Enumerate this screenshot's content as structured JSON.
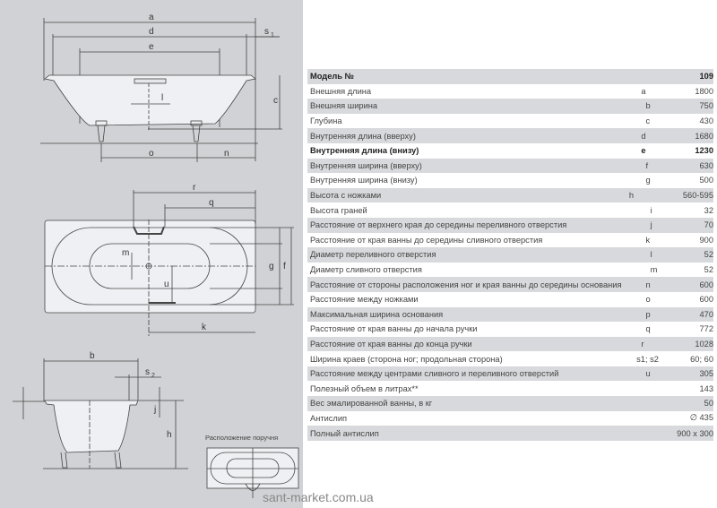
{
  "drawing": {
    "labels": {
      "a": "a",
      "d": "d",
      "s1": "s",
      "s1sub": "1",
      "e": "e",
      "l": "l",
      "c": "c",
      "o": "o",
      "n": "n",
      "r": "r",
      "q": "q",
      "m": "m",
      "u": "u",
      "g": "g",
      "f": "f",
      "k": "k",
      "b": "b",
      "s2": "s",
      "s2sub": "2",
      "j": "j",
      "h": "h"
    },
    "handrail_caption": "Расположение поручня"
  },
  "table": {
    "rows": [
      {
        "name": "Модель №",
        "code": "",
        "value": "109",
        "bold": true
      },
      {
        "name": "Внешняя длина",
        "code": "a",
        "value": "1800"
      },
      {
        "name": "Внешняя ширина",
        "code": "b",
        "value": "750"
      },
      {
        "name": "Глубина",
        "code": "c",
        "value": "430"
      },
      {
        "name": "Внутренняя длина (вверху)",
        "code": "d",
        "value": "1680"
      },
      {
        "name": "Внутренняя длина (внизу)",
        "code": "e",
        "value": "1230",
        "bold": true
      },
      {
        "name": "Внутренняя ширина (вверху)",
        "code": "f",
        "value": "630"
      },
      {
        "name": "Внутренняя ширина (внизу)",
        "code": "g",
        "value": "500"
      },
      {
        "name": "Высота с ножками",
        "code": "h",
        "value": "560-595"
      },
      {
        "name": "Высота граней",
        "code": "i",
        "value": "32"
      },
      {
        "name": "Расстояние от верхнего края до середины переливного отверстия",
        "code": "j",
        "value": "70"
      },
      {
        "name": "Расстояние от края ванны до середины сливного отверстия",
        "code": "k",
        "value": "900"
      },
      {
        "name": "Диаметр переливного отверстия",
        "code": "l",
        "value": "52"
      },
      {
        "name": "Диаметр сливного отверстия",
        "code": "m",
        "value": "52"
      },
      {
        "name": "Расстояние от стороны расположения ног и края ванны до середины основания",
        "code": "n",
        "value": "600"
      },
      {
        "name": "Расстояние между ножками",
        "code": "o",
        "value": "600"
      },
      {
        "name": "Максимальная ширина основания",
        "code": "p",
        "value": "470"
      },
      {
        "name": "Расстояние от края ванны до начала ручки",
        "code": "q",
        "value": "772"
      },
      {
        "name": "Расстояние от края ванны до конца ручки",
        "code": "r",
        "value": "1028"
      },
      {
        "name": "Ширина краев (сторона ног; продольная сторона)",
        "code": "s1; s2",
        "value": "60; 60"
      },
      {
        "name": "Расстояние между центрами сливного и переливного отверстий",
        "code": "u",
        "value": "305"
      },
      {
        "name": "Полезный объем в литрах**",
        "code": "",
        "value": "143"
      },
      {
        "name": "Вес эмалированной ванны, в кг",
        "code": "",
        "value": "50"
      },
      {
        "name": "Антислип",
        "code": "",
        "value": "∅ 435"
      },
      {
        "name": "Полный антислип",
        "code": "",
        "value": "900 x 300"
      }
    ]
  },
  "watermark": "sant-market.com.ua"
}
